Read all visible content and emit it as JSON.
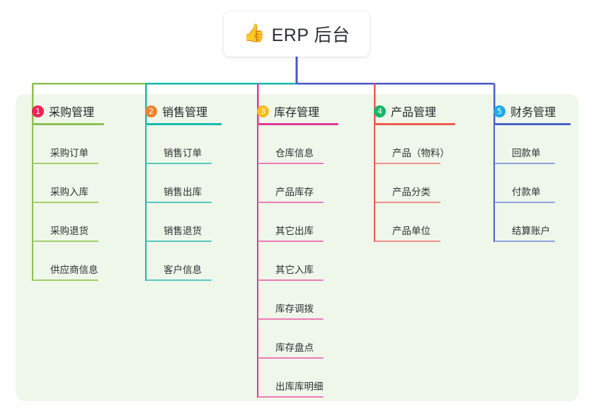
{
  "root": {
    "icon": "thumbs-up-icon",
    "icon_glyph": "👍",
    "title": "ERP 后台"
  },
  "theme": {
    "page_background": "#ffffff",
    "panel_background": "#eef7e9",
    "root_card_background": "#ffffff",
    "root_stem_color": "#4b56c8",
    "bus_color": "#4b56c8",
    "text_color": "#23282d"
  },
  "branches": [
    {
      "number": "1",
      "title": "采购管理",
      "badge_color": "#ec2556",
      "header_rule_color": "#8cc152",
      "line_color": "#a0cf6a",
      "stem_color": "#8cc152",
      "items": [
        {
          "label": "采购订单"
        },
        {
          "label": "采购入库"
        },
        {
          "label": "采购退货"
        },
        {
          "label": "供应商信息"
        }
      ]
    },
    {
      "number": "2",
      "title": "销售管理",
      "badge_color": "#f0812c",
      "header_rule_color": "#17b9ad",
      "line_color": "#56c8c0",
      "stem_color": "#17b9ad",
      "items": [
        {
          "label": "销售订单"
        },
        {
          "label": "销售出库"
        },
        {
          "label": "销售退货"
        },
        {
          "label": "客户信息"
        }
      ]
    },
    {
      "number": "3",
      "title": "库存管理",
      "badge_color": "#f5bd1f",
      "header_rule_color": "#e0399a",
      "line_color": "#ee7ab8",
      "stem_color": "#e0399a",
      "items": [
        {
          "label": "仓库信息"
        },
        {
          "label": "产品库存"
        },
        {
          "label": "其它出库"
        },
        {
          "label": "其它入库"
        },
        {
          "label": "库存调拨"
        },
        {
          "label": "库存盘点"
        },
        {
          "label": "出库库明细"
        }
      ]
    },
    {
      "number": "4",
      "title": "产品管理",
      "badge_color": "#16b765",
      "header_rule_color": "#f05a50",
      "line_color": "#f4918c",
      "stem_color": "#f05a50",
      "items": [
        {
          "label": "产品（物料）"
        },
        {
          "label": "产品分类"
        },
        {
          "label": "产品单位"
        }
      ]
    },
    {
      "number": "5",
      "title": "财务管理",
      "badge_color": "#1eaaea",
      "header_rule_color": "#4a62c8",
      "line_color": "#8fa3e0",
      "stem_color": "#4a62c8",
      "items": [
        {
          "label": "回款单"
        },
        {
          "label": "付款单"
        },
        {
          "label": "结算账户"
        }
      ]
    }
  ]
}
